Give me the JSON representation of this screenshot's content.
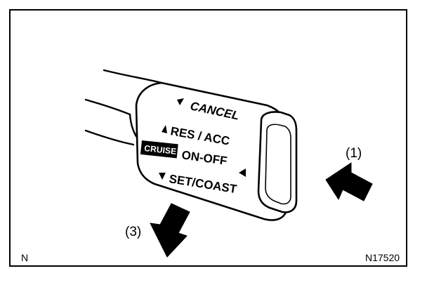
{
  "figure": {
    "lever_labels": {
      "cancel": "CANCEL",
      "res_acc": "RES / ACC",
      "cruise_badge": "CRUISE",
      "on_off": "ON-OFF",
      "set_coast": "SET/COAST"
    },
    "callouts": {
      "push_direction": "(1)",
      "pull_direction": "(3)"
    },
    "corner_left": "N",
    "figure_code": "N17520"
  },
  "colors": {
    "ink": "#000000",
    "paper": "#ffffff"
  }
}
